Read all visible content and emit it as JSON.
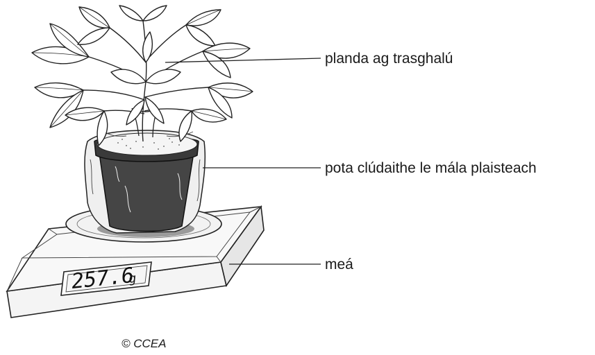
{
  "labels": {
    "plant": "planda ag trasghalú",
    "pot": "pota clúdaithe le mála plaisteach",
    "balance": "meá"
  },
  "display": {
    "reading": "257.6",
    "unit": "g"
  },
  "credit": "© CCEA"
}
